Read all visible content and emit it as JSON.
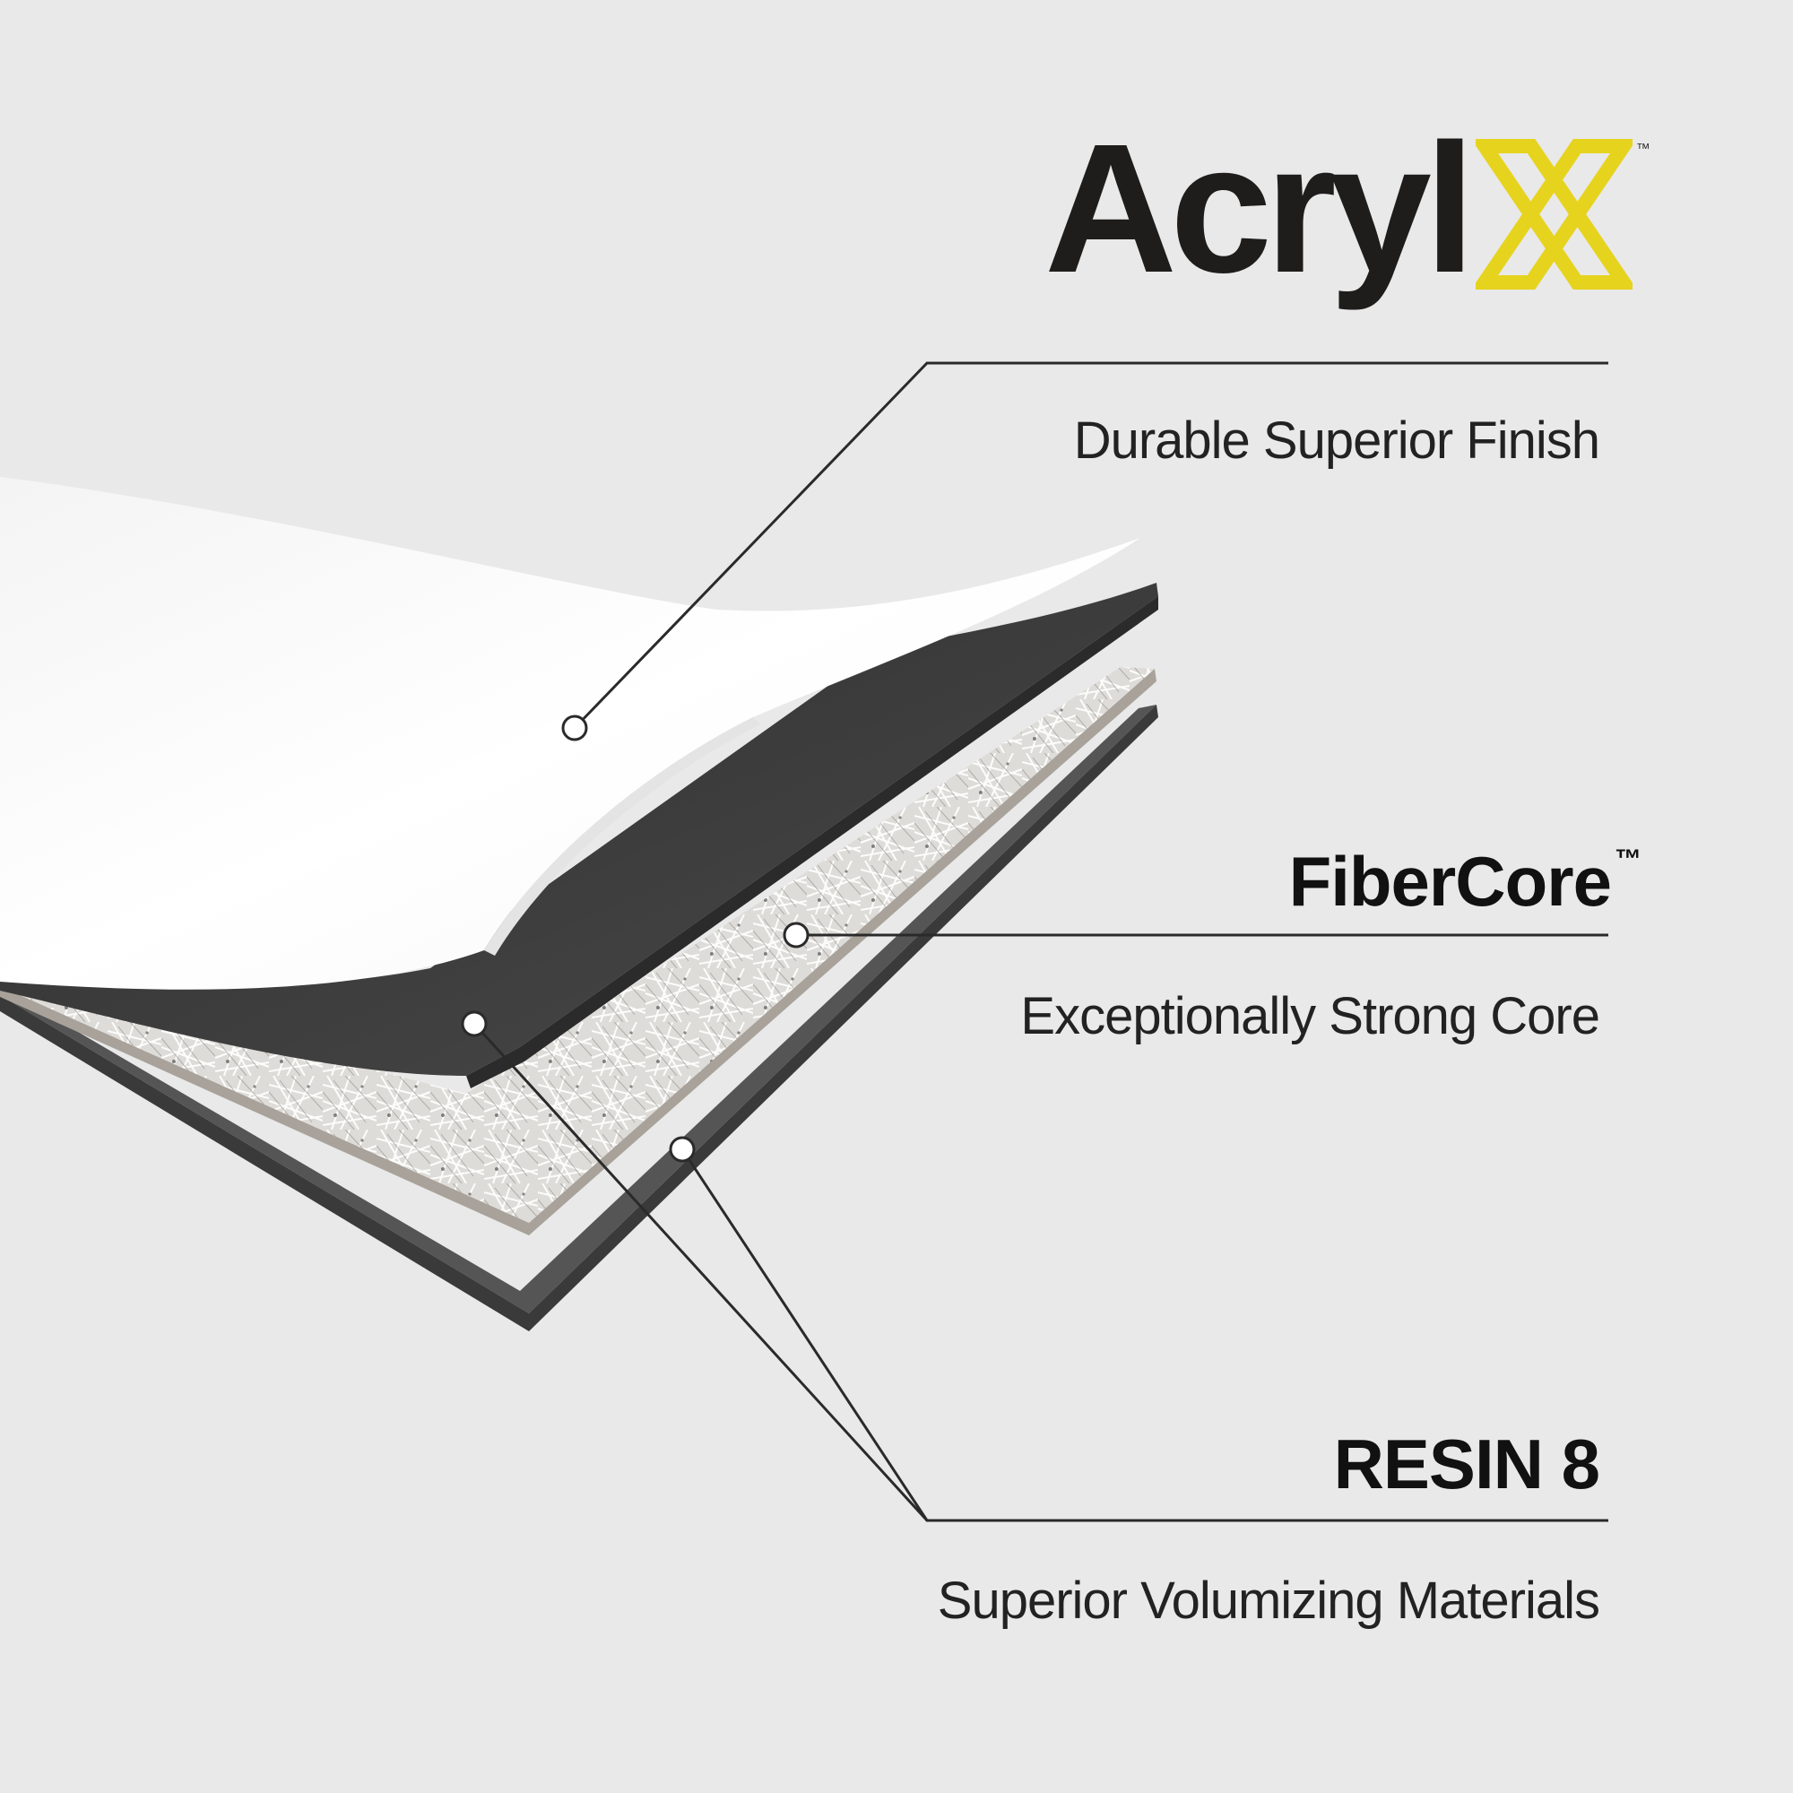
{
  "brand": {
    "name": "Acryl",
    "trademark": "™",
    "accent_color": "#e6d31e",
    "icon": "x-logo-icon"
  },
  "layers": [
    {
      "heading": "",
      "description": "Durable Superior Finish"
    },
    {
      "heading": "FiberCore",
      "heading_suffix": "™",
      "description": "Exceptionally Strong Core"
    },
    {
      "heading": "RESIN 8",
      "description": "Superior Volumizing Materials"
    }
  ],
  "colors": {
    "background": "#e9e9e9",
    "top_sheet": "#ffffff",
    "resin_layer": "#3d3d3d",
    "core_layer": "#d8d6d2",
    "leader_line": "#2a2a2a"
  }
}
